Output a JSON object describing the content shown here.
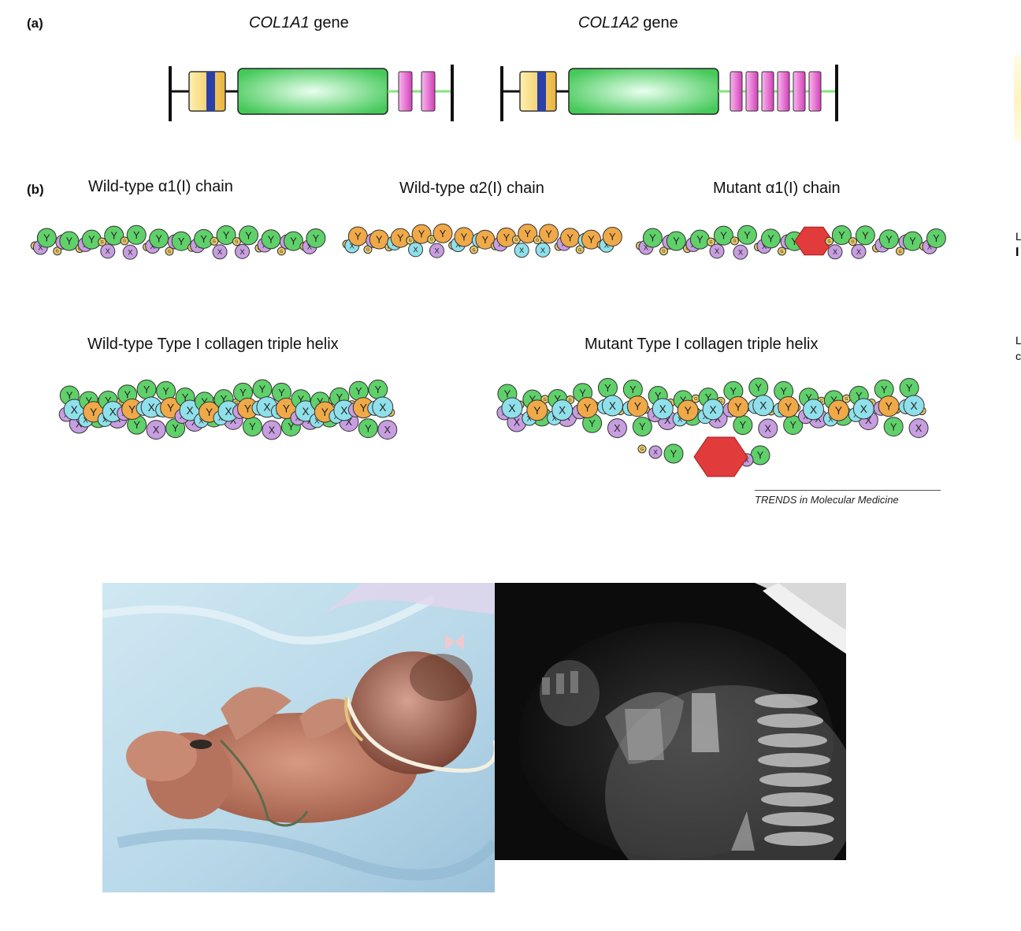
{
  "panel_a": {
    "label": "(a)",
    "gene1": {
      "name": "COL1A1",
      "suffix": " gene"
    },
    "gene2": {
      "name": "COL1A2",
      "suffix": " gene"
    }
  },
  "panel_b": {
    "label": "(b)",
    "chains": [
      {
        "title": "Wild-type α1(I) chain"
      },
      {
        "title": "Wild-type α2(I) chain"
      },
      {
        "title": "Mutant α1(I) chain"
      }
    ],
    "helices": [
      {
        "title": "Wild-type Type I collagen triple helix"
      },
      {
        "title": "Mutant Type I collagen triple helix"
      }
    ],
    "residue_labels": {
      "y": "Y",
      "x": "X",
      "g": "G"
    }
  },
  "credit": "TRENDS in Molecular Medicine",
  "edge_marks": [
    "L",
    "I",
    "L",
    "c"
  ],
  "colors": {
    "green": "#5fd06a",
    "orange": "#f0a948",
    "cyan": "#8fe0ea",
    "purple": "#c79ee0",
    "gly": "#e8c86a",
    "red": "#e23b3b",
    "magenta": "#e04fc8",
    "gold": "#f2c04a",
    "blue": "#2b3fa8"
  },
  "photos": {
    "left": "infant-photo",
    "right": "xray-photo"
  }
}
